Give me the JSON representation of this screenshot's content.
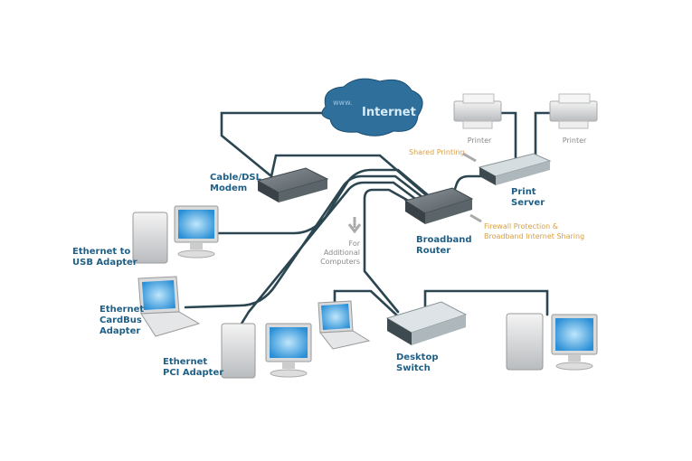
{
  "internet": {
    "www": "www.",
    "label": "Internet"
  },
  "printers": [
    {
      "label": "Printer"
    },
    {
      "label": "Printer"
    }
  ],
  "print_server": {
    "line1": "Print",
    "line2": "Server"
  },
  "shared_printing": "Shared Printing",
  "router": {
    "line1": "Broadband",
    "line2": "Router"
  },
  "firewall_note": {
    "line1": "Firewall Protection &",
    "line2": "Broadband Internet Sharing"
  },
  "modem": {
    "line1": "Cable/DSL",
    "line2": "Modem"
  },
  "additional": {
    "line1": "For",
    "line2": "Additional",
    "line3": "Computers"
  },
  "usb_adapter": {
    "line1": "Ethernet to",
    "line2": "USB Adapter"
  },
  "cardbus_adapter": {
    "line1": "Ethernet",
    "line2": "CardBus",
    "line3": "Adapter"
  },
  "pci_adapter": {
    "line1": "Ethernet",
    "line2": "PCI Adapter"
  },
  "switch": {
    "line1": "Desktop",
    "line2": "Switch"
  },
  "colors": {
    "label": "#1f5f86",
    "note": "#d9a040",
    "cable": "#2b4650",
    "cloud": "#2e6f9c"
  }
}
